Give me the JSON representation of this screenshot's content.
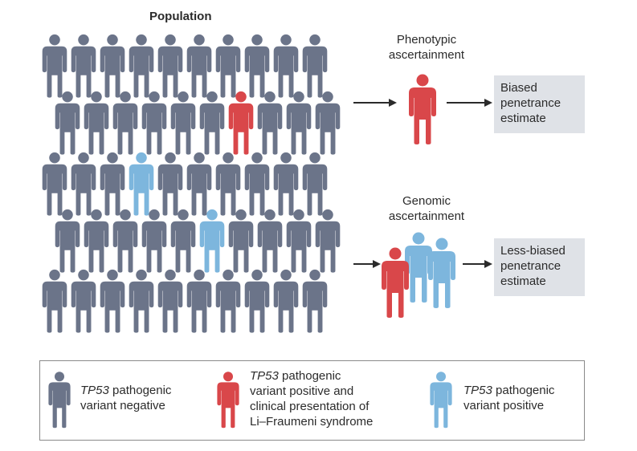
{
  "population_title": "Population",
  "phenotypic": {
    "label_line1": "Phenotypic",
    "label_line2": "ascertainment",
    "result_line1": "Biased",
    "result_line2": "penetrance",
    "result_line3": "estimate"
  },
  "genomic": {
    "label_line1": "Genomic",
    "label_line2": "ascertainment",
    "result_line1": "Less-biased",
    "result_line2": "penetrance",
    "result_line3": "estimate"
  },
  "legend": {
    "negative": {
      "gene": "TP53",
      "line1_rest": " pathogenic",
      "line2": "variant negative",
      "color": "#6b7489"
    },
    "lfs": {
      "gene": "TP53",
      "line1_rest": " pathogenic",
      "line2": "variant positive and",
      "line3": "clinical presentation of",
      "line4": "Li–Fraumeni syndrome",
      "color": "#d9474a"
    },
    "positive": {
      "gene": "TP53",
      "line1_rest": " pathogenic",
      "line2": "variant positive",
      "color": "#7db6dd"
    }
  },
  "colors": {
    "negative": "#6b7489",
    "lfs": "#d9474a",
    "positive": "#7db6dd",
    "box": "#dfe2e7",
    "arrow": "#2b2b2b"
  }
}
